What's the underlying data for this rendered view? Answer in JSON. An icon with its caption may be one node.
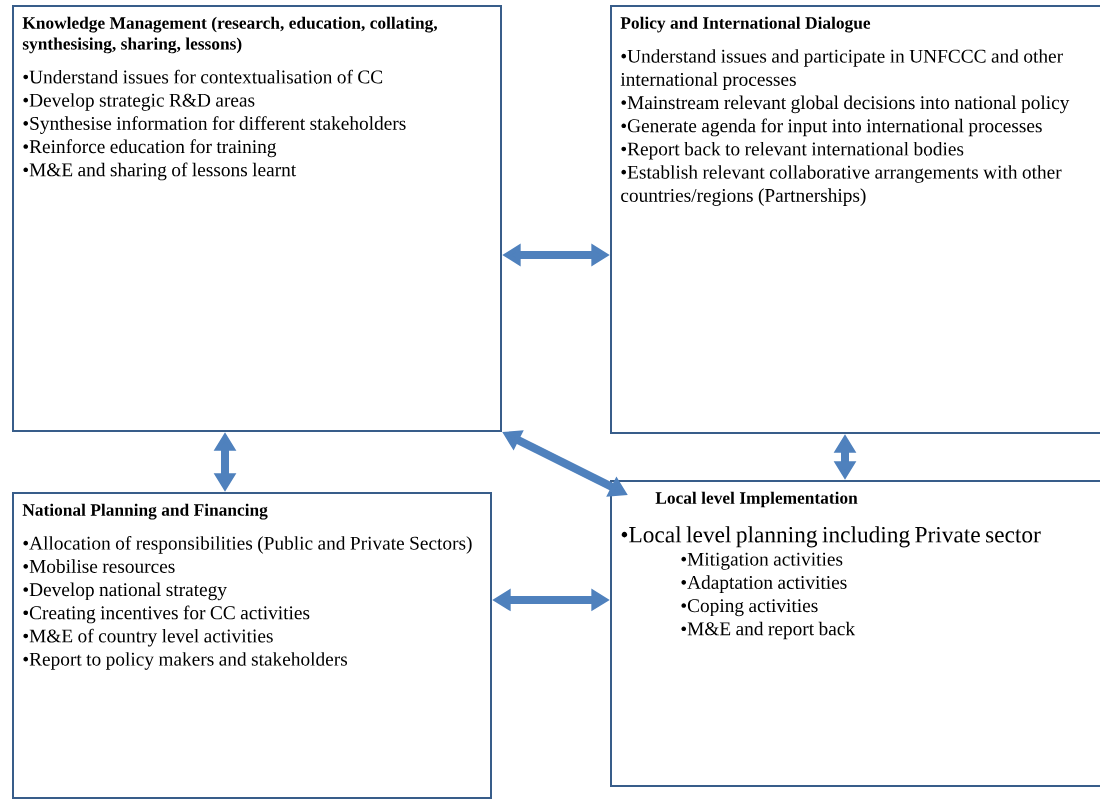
{
  "diagram": {
    "nodes": [
      {
        "text": [
          "Knowledge Management (research, education, collating, synthesising, sharing, lessons)",
          "•Understand issues for contextualisation of CC",
          "•Develop strategic R&D areas",
          "•Synthesise information for different stakeholders",
          "•Reinforce education for training",
          "•M&E and sharing of lessons learnt"
        ]
      },
      {
        "text": [
          "Policy and International Dialogue",
          "•Understand issues and participate in UNFCCC and other international processes",
          "•Mainstream relevant global decisions into national policy",
          "•Generate agenda for input into international processes",
          "•Report back to relevant international bodies",
          "•Establish relevant collaborative arrangements with other countries/regions (Partnerships)"
        ]
      },
      {
        "text": [
          "National Planning and Financing",
          "•Allocation of responsibilities  (Public and Private Sectors)",
          "•Mobilise resources",
          "•Develop national strategy",
          "•Creating incentives for CC activities",
          "•M&E of country level activities",
          "•Report to policy makers and stakeholders"
        ]
      },
      {
        "text": [
          "Local level Implementation",
          "•Local level planning including Private sector",
          "•Mitigation activities",
          "•Adaptation activities",
          "•Coping activities",
          "•M&E and report back"
        ]
      }
    ],
    "edges": [
      {
        "from": 0,
        "to": 1,
        "arrow": "both"
      },
      {
        "from": 0,
        "to": 2,
        "arrow": "both"
      },
      {
        "from": 0,
        "to": 3,
        "arrow": "both"
      },
      {
        "from": 1,
        "to": 3,
        "arrow": "both"
      },
      {
        "from": 2,
        "to": 3,
        "arrow": "both"
      }
    ]
  }
}
